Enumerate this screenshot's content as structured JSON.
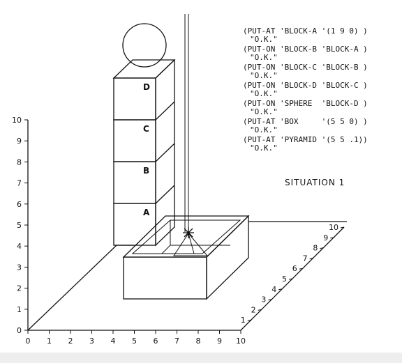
{
  "commands": [
    {
      "command": "(PUT-AT 'BLOCK-A '(1 9 0) )",
      "response": "\"O.K.\""
    },
    {
      "command": "(PUT-ON 'BLOCK-B 'BLOCK-A )",
      "response": "\"O.K.\""
    },
    {
      "command": "(PUT-ON 'BLOCK-C 'BLOCK-B )",
      "response": "\"O.K.\""
    },
    {
      "command": "(PUT-ON 'BLOCK-D 'BLOCK-C )",
      "response": "\"O.K.\""
    },
    {
      "command": "(PUT-ON 'SPHERE  'BLOCK-D )",
      "response": "\"O.K.\""
    },
    {
      "command": "(PUT-AT 'BOX     '(5 5 0) )",
      "response": "\"O.K.\""
    },
    {
      "command": "(PUT-AT 'PYRAMID '(5 5 .1))",
      "response": "\"O.K.\""
    }
  ],
  "situation_title": "SITUATION 1",
  "block_labels": {
    "a": "A",
    "b": "B",
    "c": "C",
    "d": "D"
  },
  "axes": {
    "x_ticks": [
      "0",
      "1",
      "2",
      "3",
      "4",
      "5",
      "6",
      "7",
      "8",
      "9",
      "10"
    ],
    "z_ticks": [
      "0",
      "1",
      "2",
      "3",
      "4",
      "5",
      "6",
      "7",
      "8",
      "9",
      "10"
    ],
    "y_ticks": [
      "1",
      "2",
      "3",
      "4",
      "5",
      "6",
      "7",
      "8",
      "9",
      "10"
    ]
  }
}
